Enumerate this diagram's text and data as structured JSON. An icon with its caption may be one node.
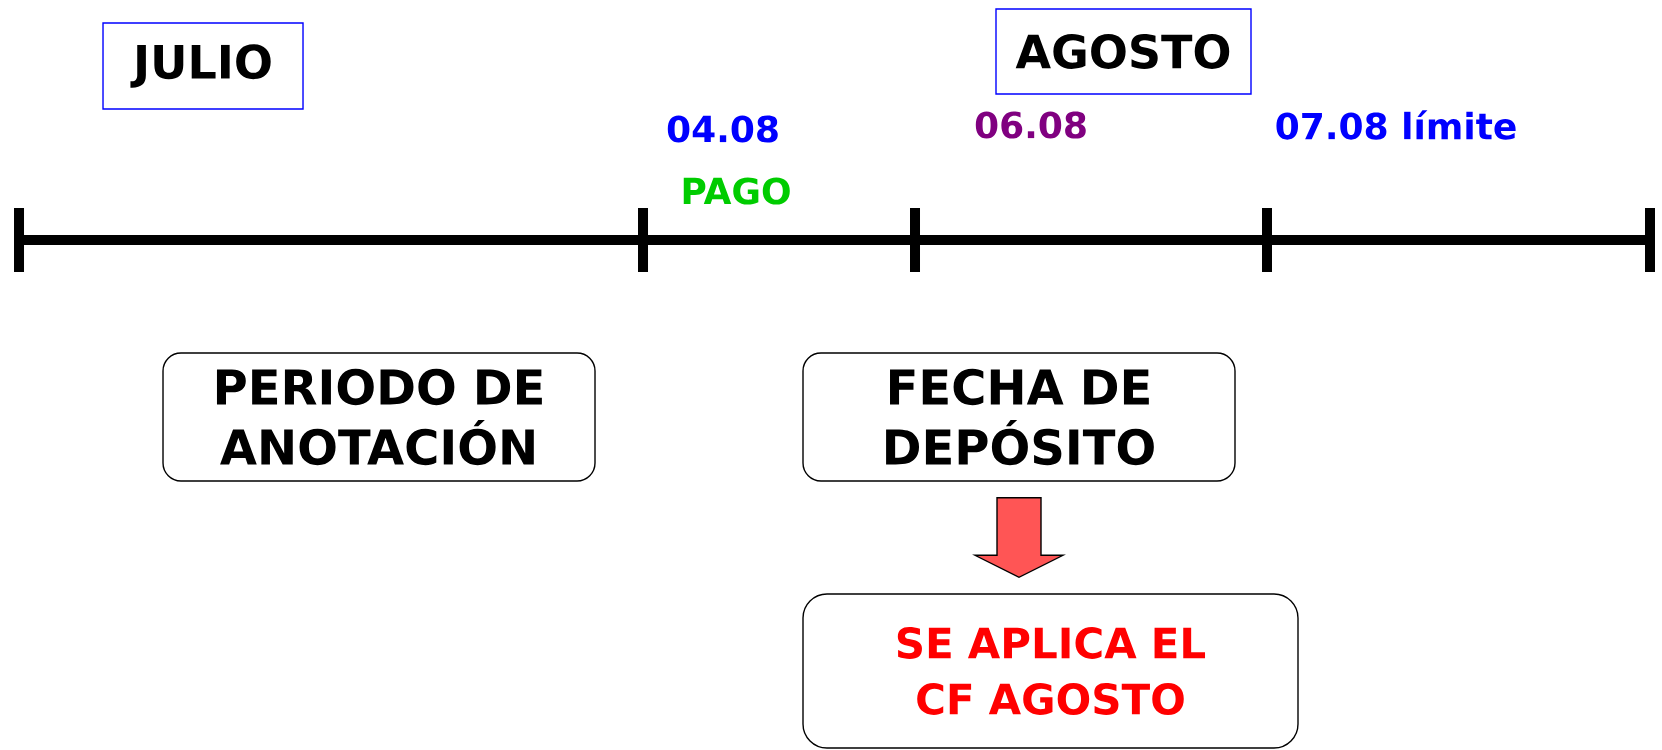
{
  "diagram": {
    "nodes": [
      {
        "text": [
          "JULIO"
        ]
      },
      {
        "text": [
          "AGOSTO"
        ]
      },
      {
        "text": [
          "PERIODO DE ANOTACIÓN"
        ]
      },
      {
        "text": [
          "FECHA DE DEPÓSITO"
        ]
      },
      {
        "text": [
          "SE APLICA EL CF AGOSTO"
        ]
      }
    ],
    "edges": [
      {
        "from": 3,
        "to": 4,
        "arrow": "to"
      }
    ],
    "labels": [
      "04.08",
      "06.08",
      "07.08 límite",
      "PAGO"
    ]
  }
}
